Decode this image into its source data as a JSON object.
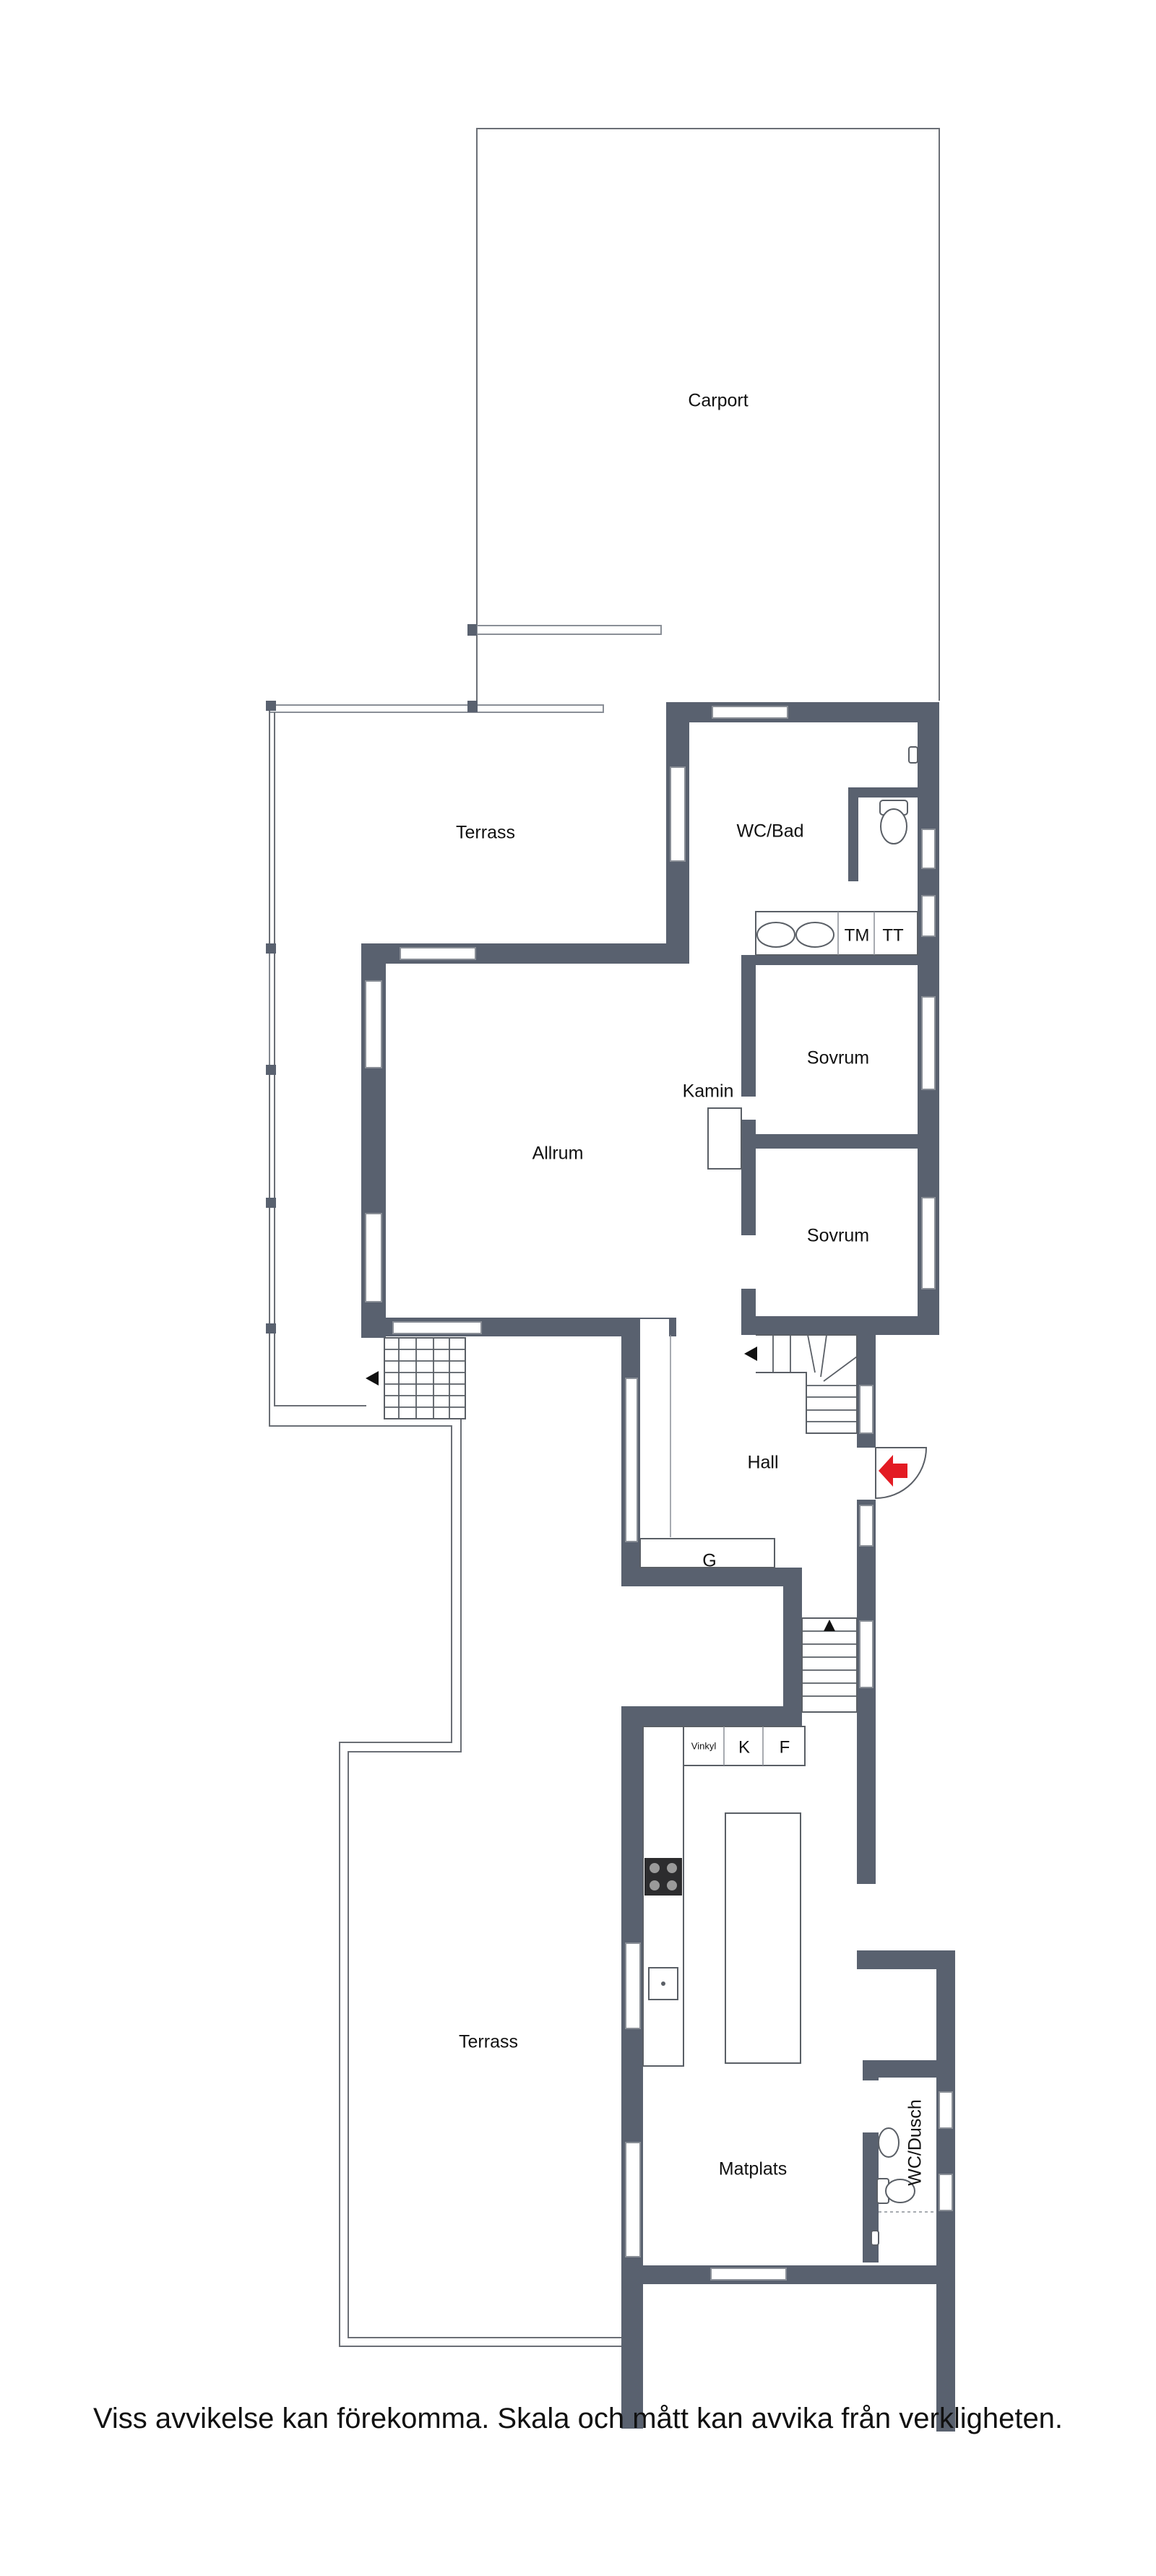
{
  "rooms": {
    "carport": "Carport",
    "terrace_top": "Terrass",
    "wc_bad": "WC/Bad",
    "tm": "TM",
    "tt": "TT",
    "sovrum_1": "Sovrum",
    "sovrum_2": "Sovrum",
    "kamin": "Kamin",
    "allrum": "Allrum",
    "hall": "Hall",
    "g": "G",
    "vinkyl": "Vinkyl",
    "k": "K",
    "f": "F",
    "terrace_bottom": "Terrass",
    "matplats": "Matplats",
    "wc_dusch": "WC/Dusch"
  },
  "disclaimer": "Viss avvikelse kan förekomma. Skala och mått kan avvika från verkligheten.",
  "colors": {
    "wall": "#59616f",
    "entrance_arrow": "#e31b23",
    "background": "#ffffff"
  }
}
